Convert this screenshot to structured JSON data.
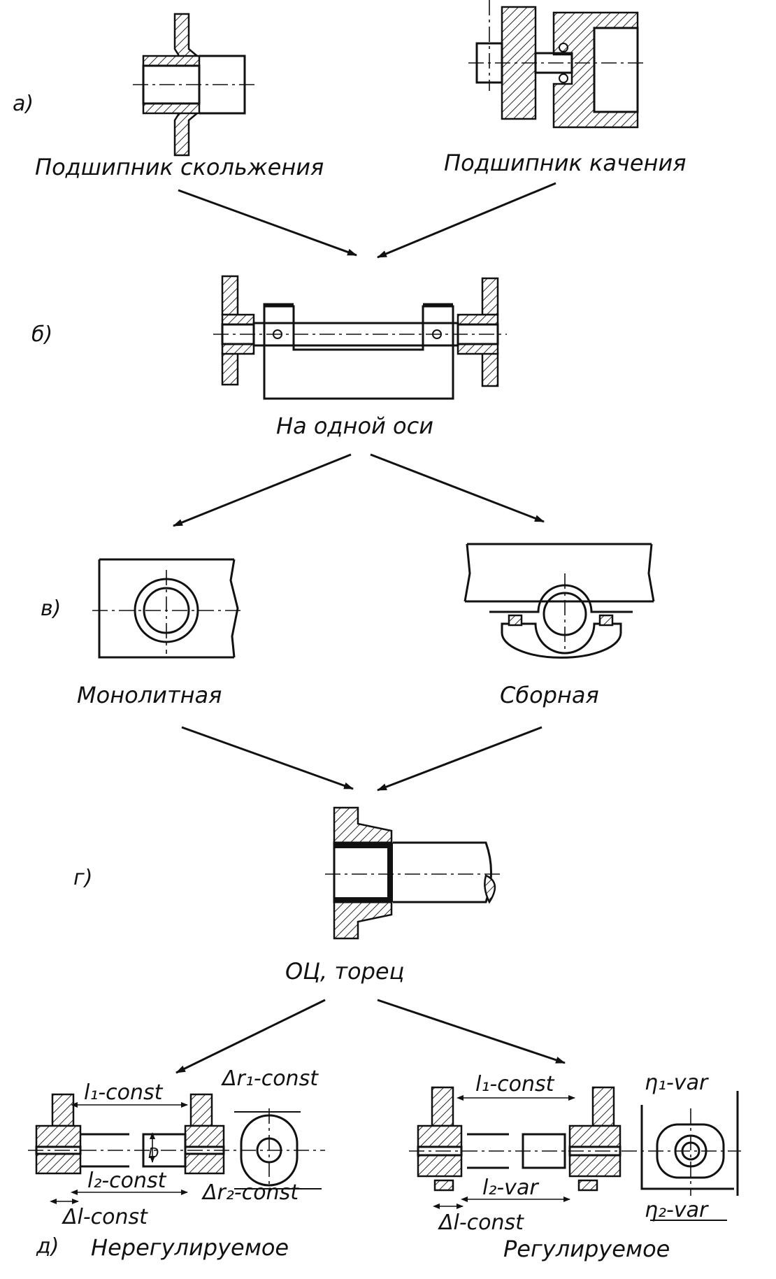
{
  "panels": {
    "a": {
      "marker": "а)",
      "left_caption": "Подшипник скольжения",
      "right_caption": "Подшипник качения"
    },
    "b": {
      "marker": "б)",
      "caption": "На одной оси"
    },
    "v": {
      "marker": "в)",
      "left_caption": "Монолитная",
      "right_caption": "Сборная"
    },
    "g": {
      "marker": "г)",
      "caption": "ОЦ, торец"
    },
    "d": {
      "marker": "д)",
      "left_caption": "Нерегулируемое",
      "right_caption": "Регулируемое",
      "left_dims": {
        "l1": "l₁-const",
        "l2": "l₂-const",
        "dl": "Δl-const",
        "dr1": "Δr₁-const",
        "dr2": "Δr₂-const",
        "D": "D"
      },
      "right_dims": {
        "l1": "l₁-const",
        "l2": "l₂-var",
        "dl": "Δl-const",
        "r1": "η₁-var",
        "r2": "η₂-var"
      }
    }
  },
  "colors": {
    "ink": "#111111",
    "paper": "#ffffff"
  }
}
